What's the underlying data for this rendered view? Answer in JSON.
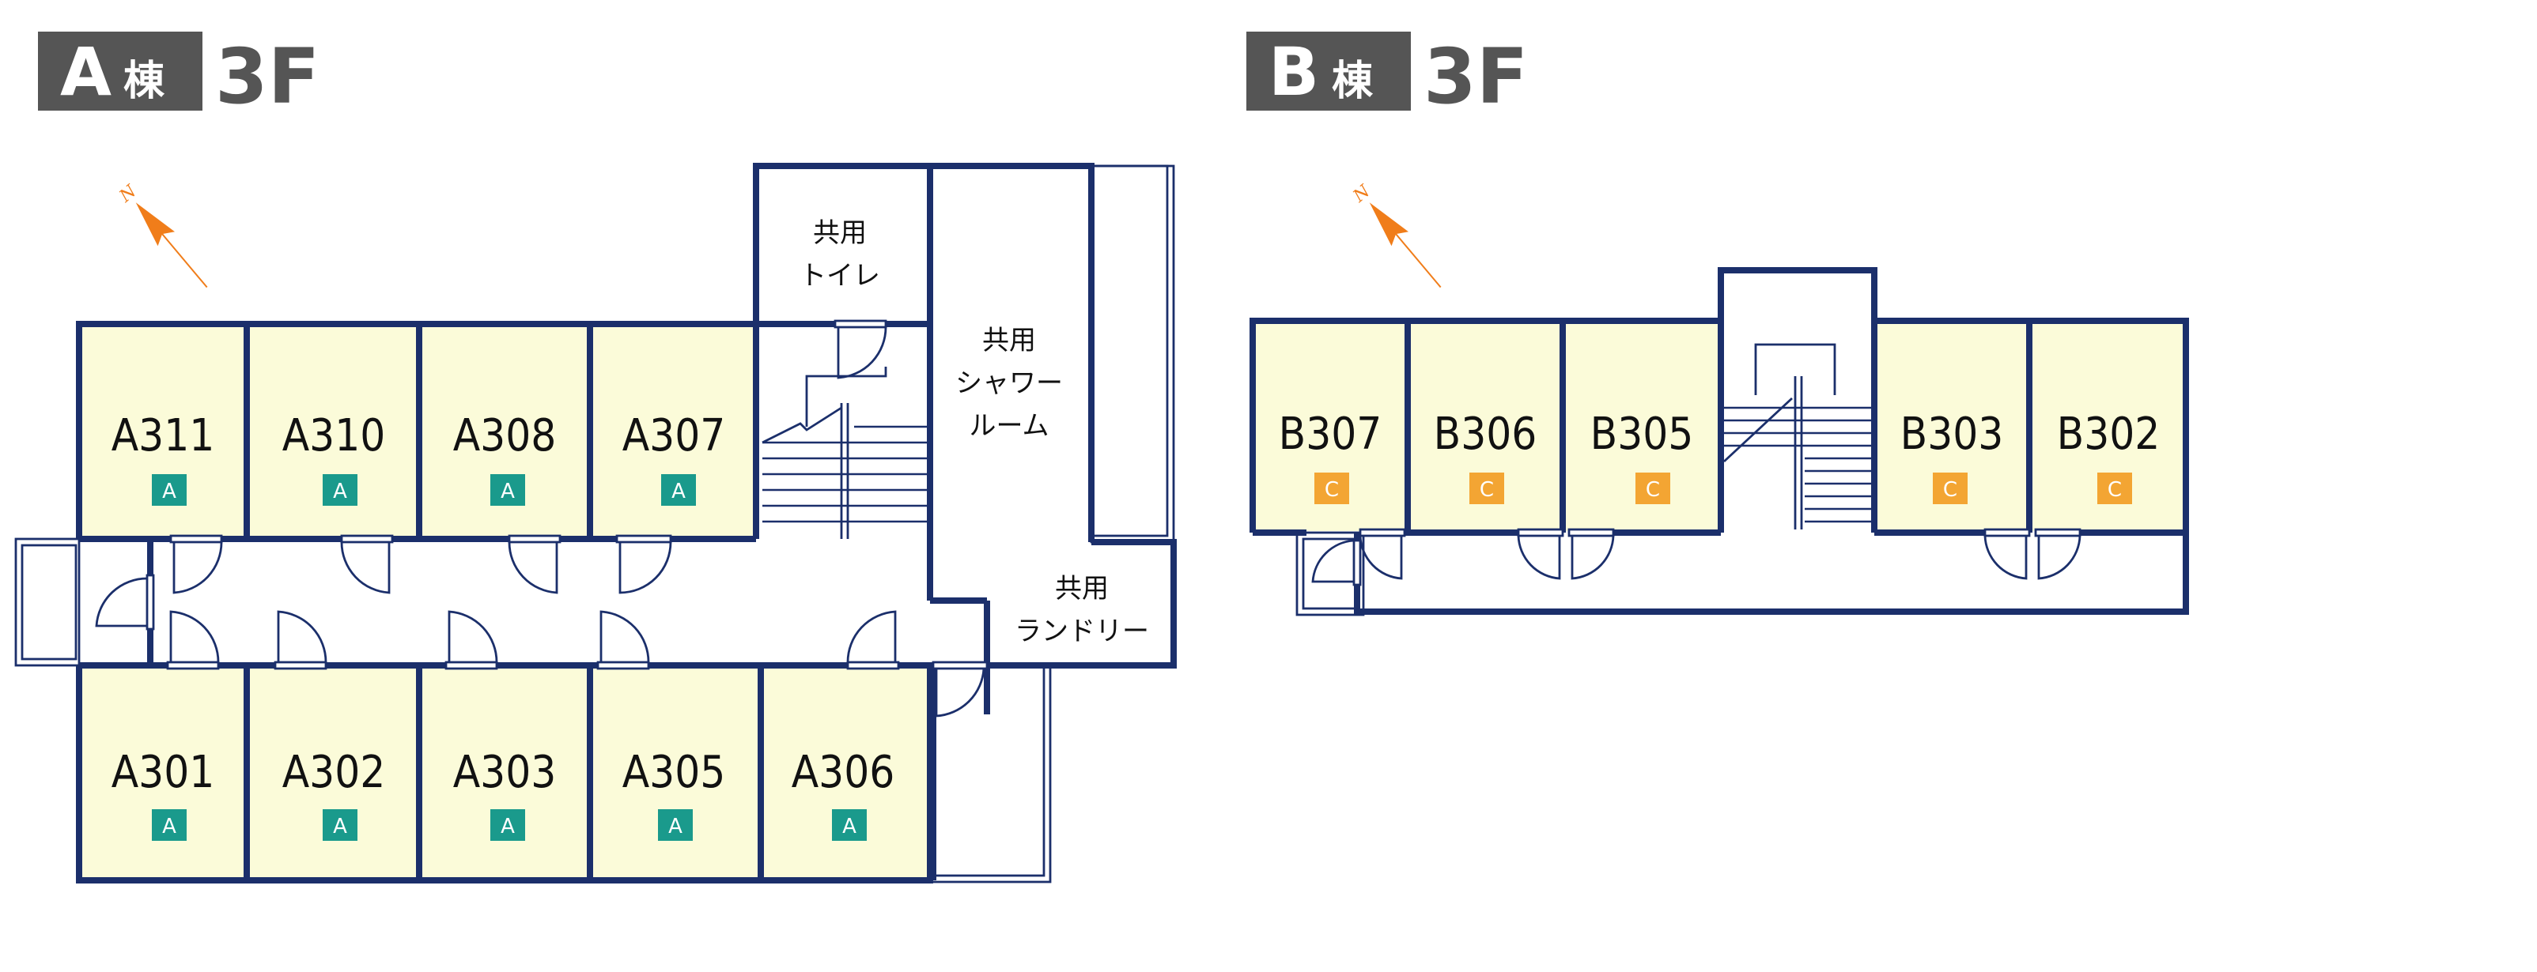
{
  "building_a": {
    "badge_letter": "A",
    "badge_kanji": "棟",
    "floor": "3F",
    "rooms_top": [
      {
        "name": "A311",
        "type": "A"
      },
      {
        "name": "A310",
        "type": "A"
      },
      {
        "name": "A308",
        "type": "A"
      },
      {
        "name": "A307",
        "type": "A"
      }
    ],
    "rooms_bottom": [
      {
        "name": "A301",
        "type": "A"
      },
      {
        "name": "A302",
        "type": "A"
      },
      {
        "name": "A303",
        "type": "A"
      },
      {
        "name": "A305",
        "type": "A"
      },
      {
        "name": "A306",
        "type": "A"
      }
    ],
    "toilet": [
      "共用",
      "トイレ"
    ],
    "shower": [
      "共用",
      "シャワー",
      "ルーム"
    ],
    "laundry": [
      "共用",
      "ランドリー"
    ]
  },
  "building_b": {
    "badge_letter": "B",
    "badge_kanji": "棟",
    "floor": "3F",
    "rooms": [
      {
        "name": "B307",
        "type": "C"
      },
      {
        "name": "B306",
        "type": "C"
      },
      {
        "name": "B305",
        "type": "C"
      },
      {
        "name": "B303",
        "type": "C"
      },
      {
        "name": "B302",
        "type": "C"
      }
    ]
  },
  "colors": {
    "wall": "#1b2f6b",
    "room_fill": "#fbfbd9",
    "type_a_tag": "#1a9a8c",
    "type_c_tag": "#f3a533",
    "badge_bg": "#555555",
    "compass": "#f07d1a"
  },
  "compass_letter": "N"
}
